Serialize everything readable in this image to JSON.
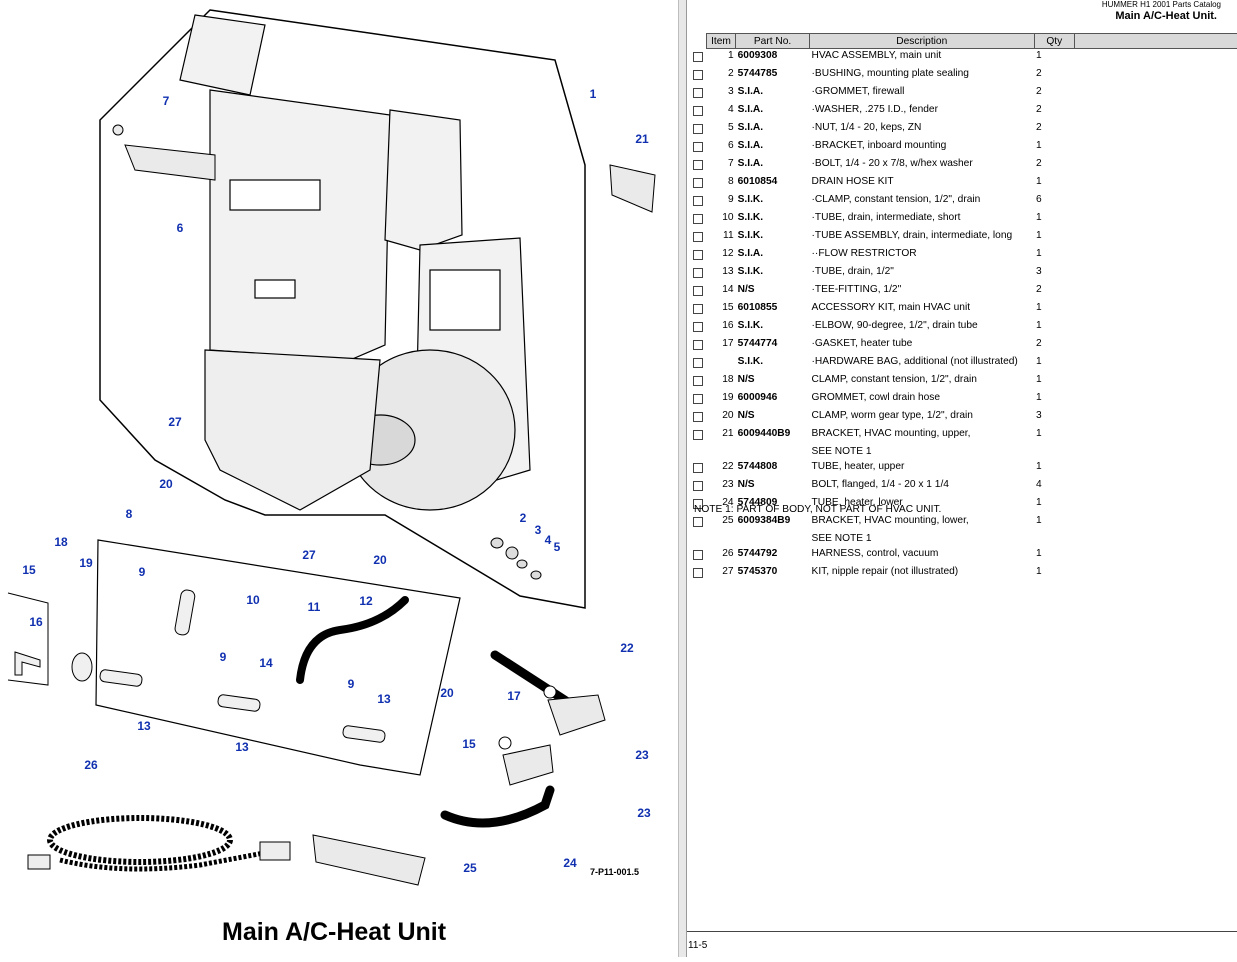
{
  "diagram": {
    "caption": "Main A/C-Heat Unit",
    "ref_code": "7-P11-001.5",
    "callouts": [
      "1",
      "2",
      "3",
      "4",
      "5",
      "6",
      "7",
      "8",
      "9",
      "9",
      "9",
      "10",
      "11",
      "12",
      "13",
      "13",
      "13",
      "14",
      "15",
      "15",
      "16",
      "17",
      "18",
      "19",
      "20",
      "20",
      "20",
      "21",
      "22",
      "23",
      "23",
      "24",
      "25",
      "26",
      "27",
      "27"
    ]
  },
  "parts_list": {
    "catalog_name": "HUMMER H1 2001 Parts Catalog",
    "section_title": "Main A/C-Heat Unit.",
    "columns": [
      "Item",
      "Part No.",
      "Description",
      "Qty"
    ],
    "rows": [
      {
        "item": "1",
        "part": "6009308",
        "desc": "HVAC ASSEMBLY, main unit",
        "qty": "1"
      },
      {
        "item": "2",
        "part": "5744785",
        "desc": "·BUSHING, mounting plate sealing",
        "qty": "2"
      },
      {
        "item": "3",
        "part": "S.I.A.",
        "desc": "·GROMMET, firewall",
        "qty": "2"
      },
      {
        "item": "4",
        "part": "S.I.A.",
        "desc": "·WASHER,  .275 I.D., fender",
        "qty": "2"
      },
      {
        "item": "5",
        "part": "S.I.A.",
        "desc": "·NUT, 1/4 - 20, keps, ZN",
        "qty": "2"
      },
      {
        "item": "6",
        "part": "S.I.A.",
        "desc": "·BRACKET, inboard mounting",
        "qty": "1"
      },
      {
        "item": "7",
        "part": "S.I.A.",
        "desc": "·BOLT, 1/4 - 20 x 7/8, w/hex washer",
        "qty": "2"
      },
      {
        "item": "8",
        "part": "6010854",
        "desc": "DRAIN HOSE KIT",
        "qty": "1"
      },
      {
        "item": "9",
        "part": "S.I.K.",
        "desc": "·CLAMP, constant tension, 1/2\", drain",
        "qty": "6"
      },
      {
        "item": "10",
        "part": "S.I.K.",
        "desc": "·TUBE, drain, intermediate, short",
        "qty": "1"
      },
      {
        "item": "11",
        "part": "S.I.K.",
        "desc": "·TUBE ASSEMBLY, drain, intermediate, long",
        "qty": "1"
      },
      {
        "item": "12",
        "part": "S.I.A.",
        "desc": "··FLOW RESTRICTOR",
        "qty": "1"
      },
      {
        "item": "13",
        "part": "S.I.K.",
        "desc": "·TUBE, drain, 1/2\"",
        "qty": "3"
      },
      {
        "item": "14",
        "part": "N/S",
        "desc": "·TEE-FITTING, 1/2\"",
        "qty": "2"
      },
      {
        "item": "15",
        "part": "6010855",
        "desc": "ACCESSORY KIT, main HVAC unit",
        "qty": "1"
      },
      {
        "item": "16",
        "part": "S.I.K.",
        "desc": "·ELBOW, 90-degree,  1/2\",  drain tube",
        "qty": "1"
      },
      {
        "item": "17",
        "part": "5744774",
        "desc": "·GASKET, heater tube",
        "qty": "2"
      },
      {
        "item": "",
        "part": "S.I.K.",
        "desc": "·HARDWARE BAG, additional (not illustrated)",
        "qty": "1"
      },
      {
        "item": "18",
        "part": "N/S",
        "desc": "CLAMP, constant tension, 1/2\", drain",
        "qty": "1"
      },
      {
        "item": "19",
        "part": "6000946",
        "desc": "GROMMET, cowl drain hose",
        "qty": "1"
      },
      {
        "item": "20",
        "part": "N/S",
        "desc": "CLAMP,  worm gear type, 1/2\", drain",
        "qty": "3"
      },
      {
        "item": "21",
        "part": "6009440B9",
        "desc": "BRACKET, HVAC mounting, upper,",
        "qty": "1"
      },
      {
        "item": "",
        "part": "",
        "desc": "SEE NOTE 1",
        "qty": ""
      },
      {
        "item": "22",
        "part": "5744808",
        "desc": "TUBE, heater, upper",
        "qty": "1"
      },
      {
        "item": "23",
        "part": "N/S",
        "desc": "BOLT, flanged, 1/4 - 20 x 1 1/4",
        "qty": "4"
      },
      {
        "item": "24",
        "part": "5744809",
        "desc": "TUBE, heater, lower",
        "qty": "1"
      },
      {
        "item": "25",
        "part": "6009384B9",
        "desc": "BRACKET, HVAC mounting, lower,",
        "qty": "1"
      },
      {
        "item": "",
        "part": "",
        "desc": " SEE NOTE 1",
        "qty": ""
      },
      {
        "item": "26",
        "part": "5744792",
        "desc": "HARNESS, control, vacuum",
        "qty": "1"
      },
      {
        "item": "27",
        "part": "5745370",
        "desc": "KIT, nipple repair (not illustrated)",
        "qty": "1"
      }
    ],
    "note": "NOTE 1:  PART OF BODY, NOT PART OF HVAC UNIT.",
    "page_number": "11-5"
  }
}
